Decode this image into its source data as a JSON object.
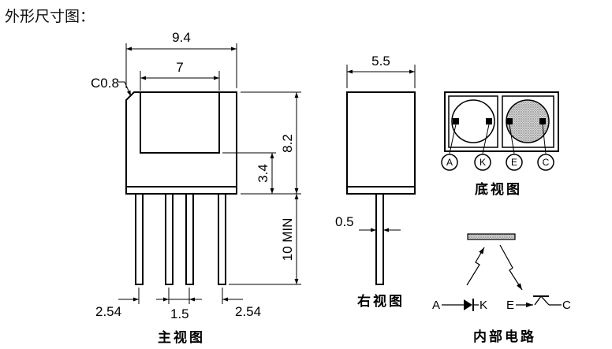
{
  "heading": "外形尺寸图：",
  "front_view": {
    "caption": "主视图",
    "chamfer": "C0.8",
    "dim_width": "9.4",
    "dim_slot": "7",
    "dim_height": "8.2",
    "dim_slot_depth": "3.4",
    "dim_lead": "10 MIN",
    "dim_pitch_left": "2.54",
    "dim_pitch_mid": "1.5",
    "dim_pitch_right": "2.54"
  },
  "side_view": {
    "caption": "右视图",
    "dim_width": "5.5",
    "dim_lead": "0.5"
  },
  "bottom_view": {
    "caption": "底视图",
    "pins": [
      "A",
      "K",
      "E",
      "C"
    ]
  },
  "circuit": {
    "caption": "内部电路",
    "led_anode": "A",
    "led_cathode": "K",
    "tr_emitter": "E",
    "tr_collector": "C"
  }
}
